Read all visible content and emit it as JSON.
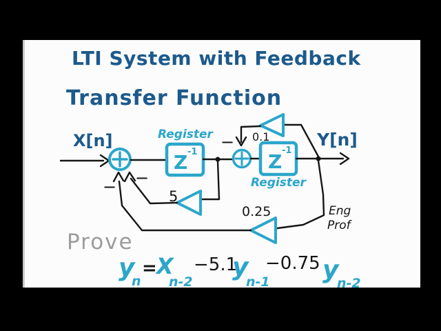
{
  "title": {
    "line1": "LTI System with Feedback",
    "line2": "Transfer Function"
  },
  "prove_label": "Prove",
  "diagram": {
    "input_label": "X[n]",
    "output_label": "Y[n]",
    "register1_label": "Register",
    "register2_label": "Register",
    "delay_symbol": "Z",
    "delay_exponent": "-1",
    "gain_top": "0.1",
    "gain_mid": "5",
    "gain_bottom": "0.25",
    "minus": "−",
    "signature_line1": "Eng",
    "signature_line2": "Prof"
  },
  "equation": {
    "lhs_base": "y",
    "lhs_sub": "n",
    "equals": "=",
    "t1_base": "X",
    "t1_sub": "n-2",
    "op1": "−5.1",
    "t2_base": "y",
    "t2_sub": "n-1",
    "op2": "−0.75",
    "t3_base": "y",
    "t3_sub": "n-2"
  },
  "colors": {
    "ink_dark_blue": "#1d5a8c",
    "ink_cyan": "#2ba6ca",
    "ink_black": "#151515",
    "ink_gray": "#9c9c9c",
    "canvas": "#fcfcfc",
    "letterbox": "#000000"
  }
}
